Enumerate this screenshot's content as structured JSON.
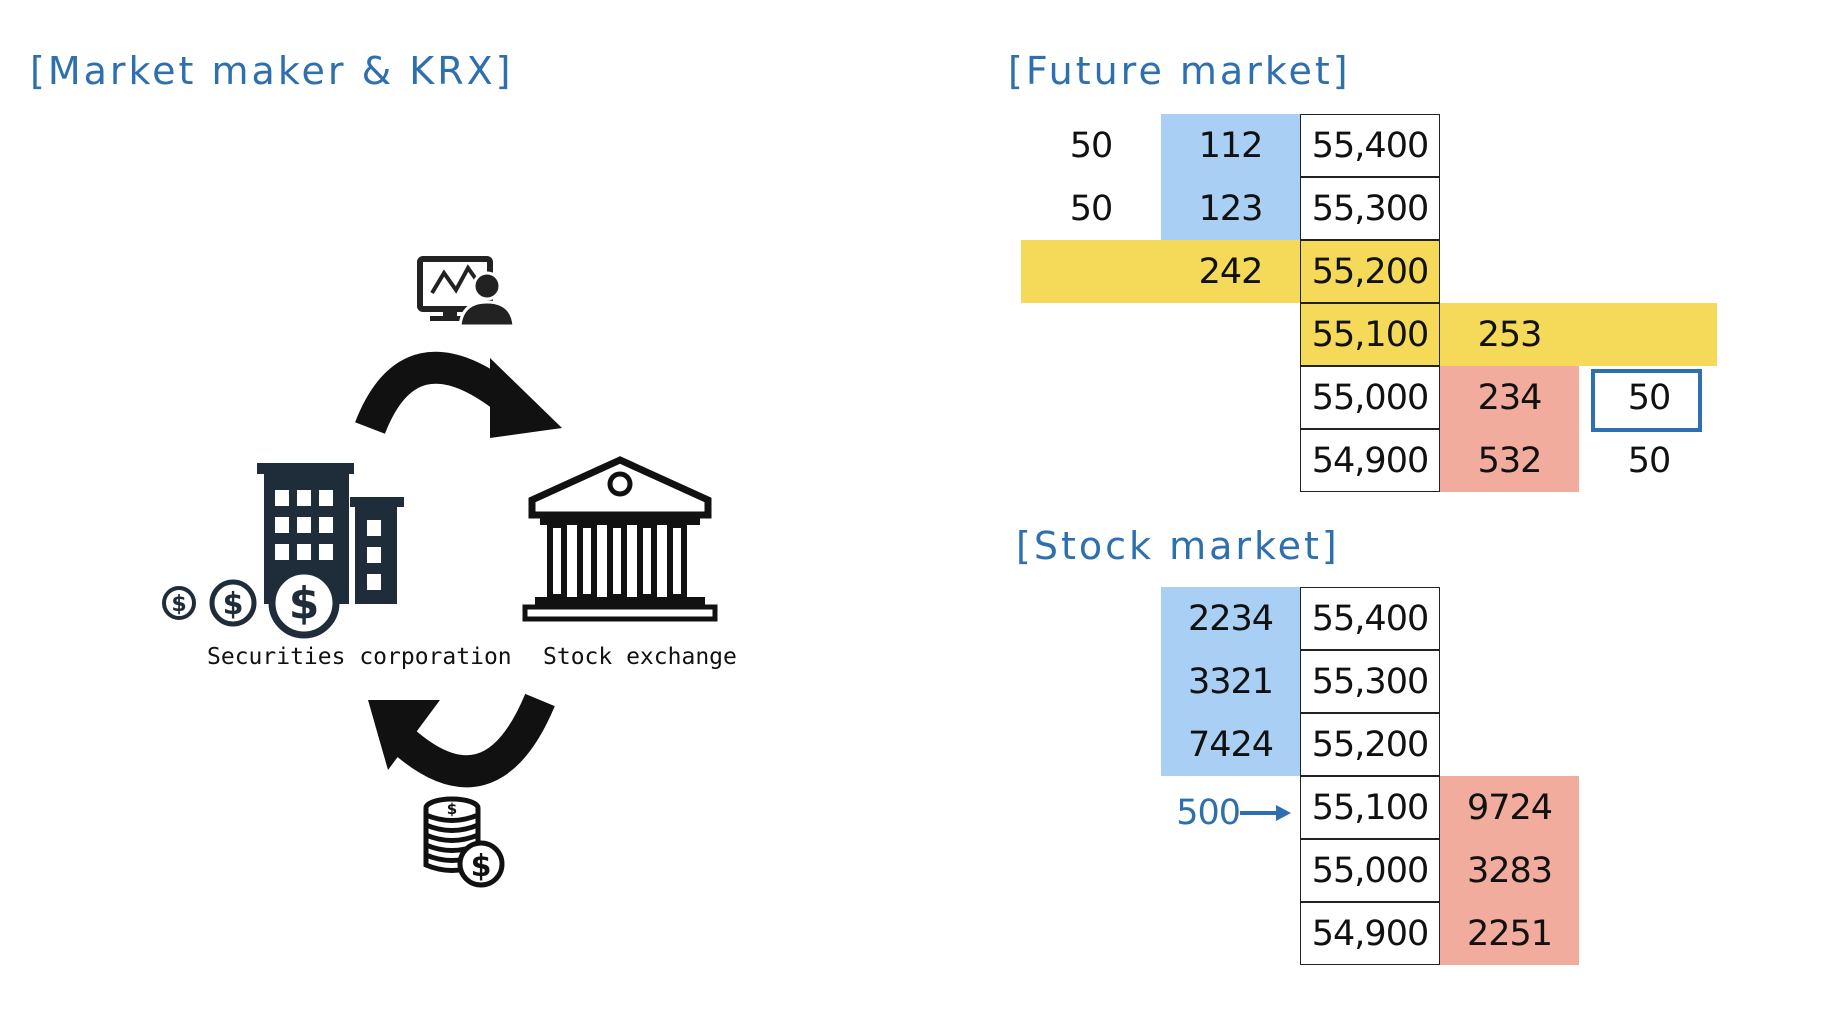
{
  "titles": {
    "market_maker": "[Market maker & KRX]",
    "future_market": "[Future market]",
    "stock_market": "[Stock market]"
  },
  "diagram": {
    "left_label": "Securities corporation",
    "right_label": "Stock exchange",
    "top_icon": "trader-monitor-icon",
    "bottom_icon": "coins-dollar-icon",
    "left_icon": "building-dollar-icon",
    "right_icon": "bank-building-icon"
  },
  "future_market": {
    "rows": [
      {
        "left": "50",
        "bid": "112",
        "price": "55,400",
        "ask": "",
        "right": ""
      },
      {
        "left": "50",
        "bid": "123",
        "price": "55,300",
        "ask": "",
        "right": ""
      },
      {
        "left": "",
        "bid": "242",
        "price": "55,200",
        "ask": "",
        "right": ""
      },
      {
        "left": "",
        "bid": "",
        "price": "55,100",
        "ask": "253",
        "right": ""
      },
      {
        "left": "",
        "bid": "",
        "price": "55,000",
        "ask": "234",
        "right": "50"
      },
      {
        "left": "",
        "bid": "",
        "price": "54,900",
        "ask": "532",
        "right": "50"
      }
    ]
  },
  "stock_market": {
    "rows": [
      {
        "bid": "2234",
        "price": "55,400",
        "ask": ""
      },
      {
        "bid": "3321",
        "price": "55,300",
        "ask": ""
      },
      {
        "bid": "7424",
        "price": "55,200",
        "ask": ""
      },
      {
        "bid": "",
        "price": "55,100",
        "ask": "9724"
      },
      {
        "bid": "",
        "price": "55,000",
        "ask": "3283"
      },
      {
        "bid": "",
        "price": "54,900",
        "ask": "2251"
      }
    ],
    "order_label": "500"
  },
  "colors": {
    "title_blue": "#2e6fb0",
    "bid_blue": "#a9cff5",
    "highlight_yellow": "#f5da5a",
    "ask_red": "#f1ac9d"
  }
}
